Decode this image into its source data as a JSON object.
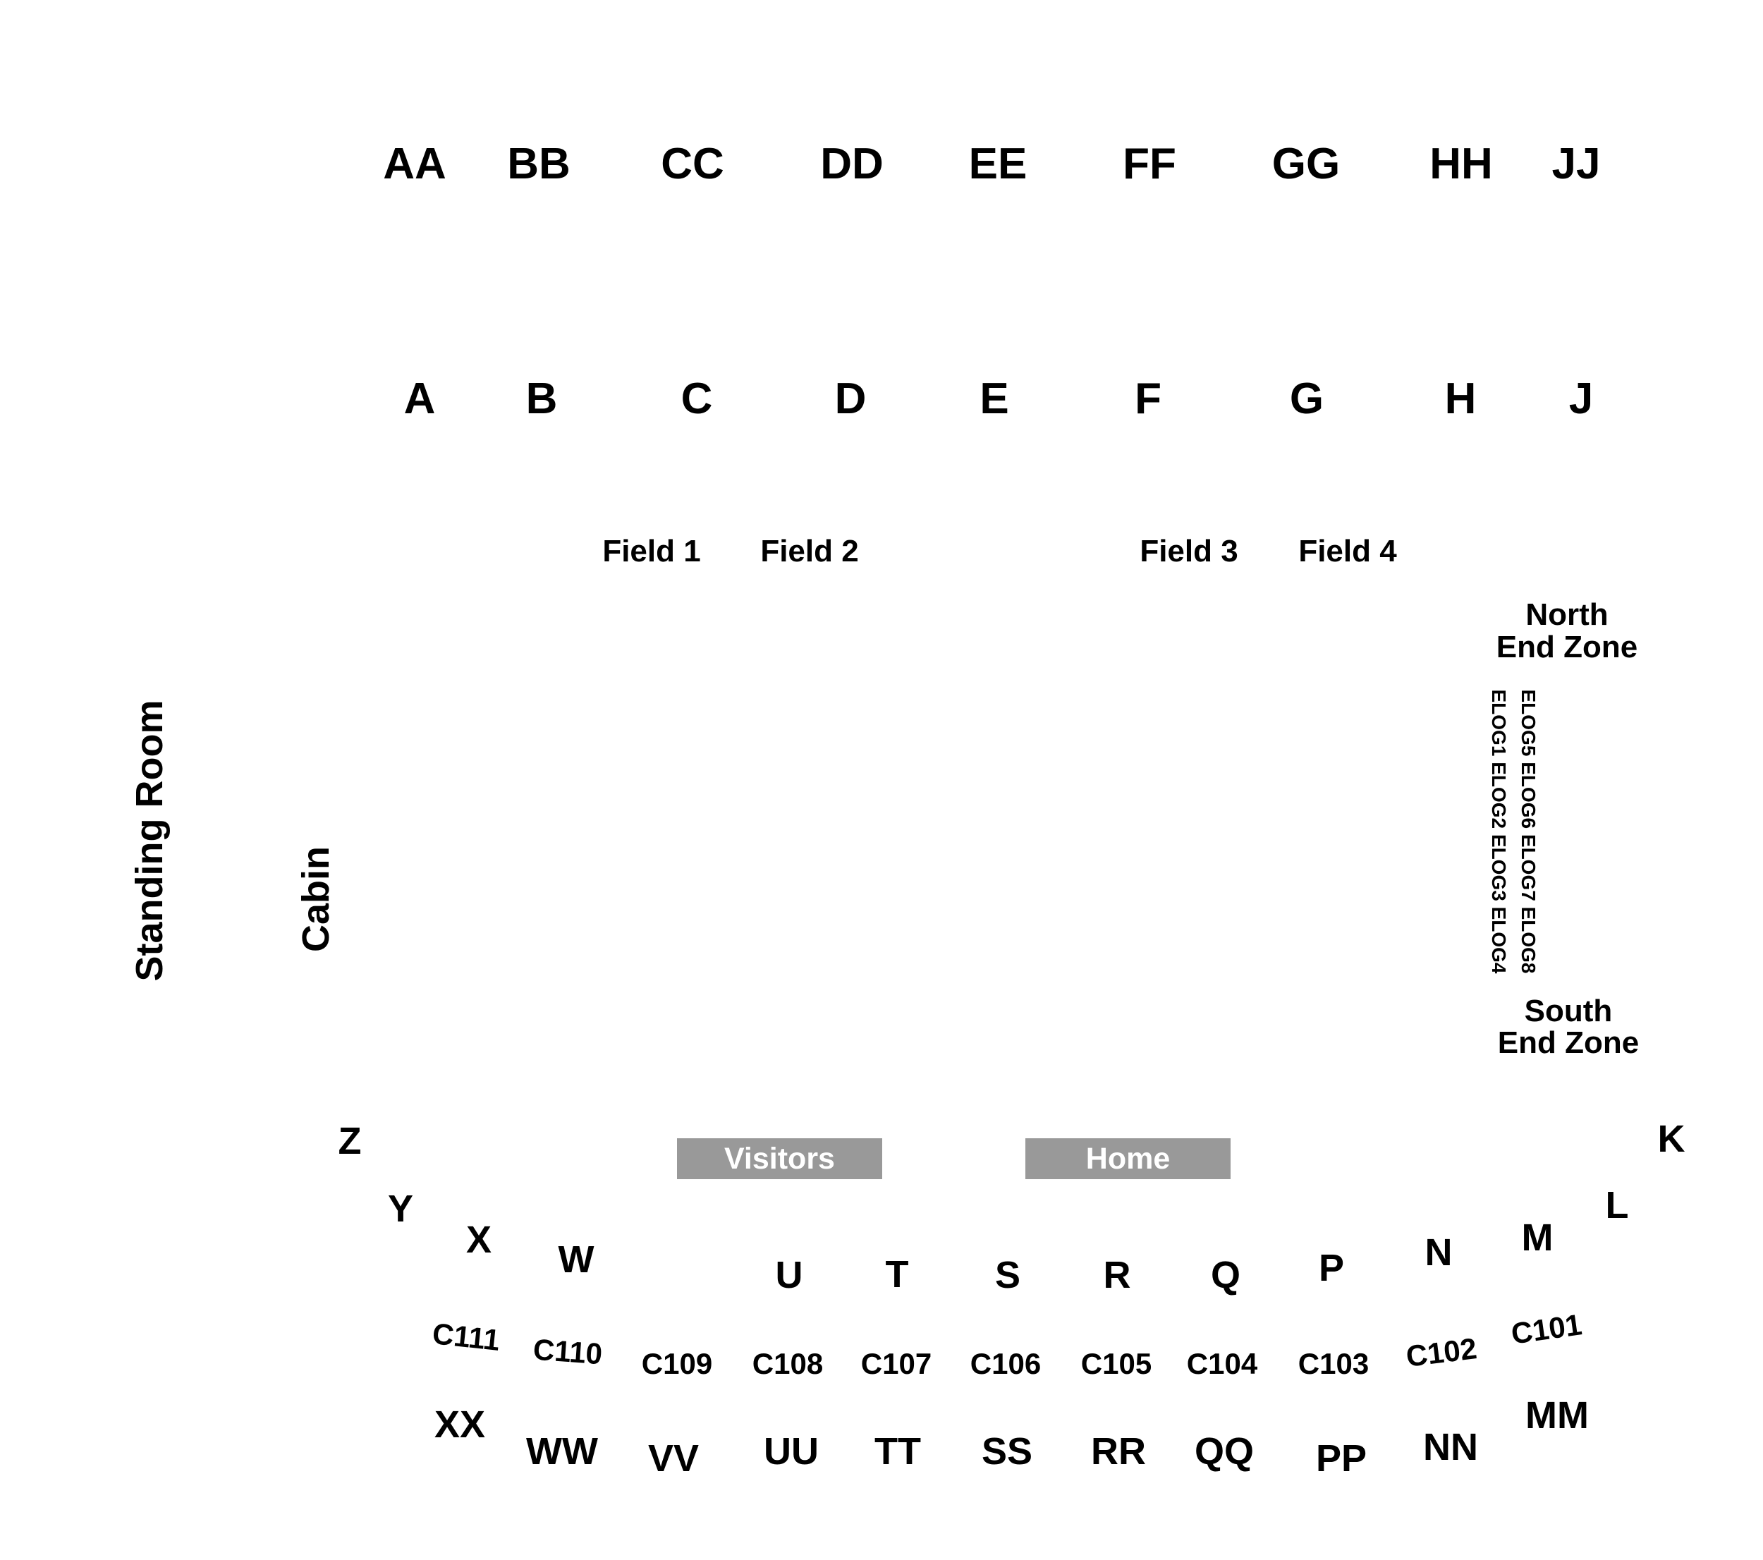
{
  "sections": {
    "upper": [
      "AA",
      "BB",
      "CC",
      "DD",
      "EE",
      "FF",
      "GG",
      "HH",
      "JJ"
    ],
    "lower": [
      "A",
      "B",
      "C",
      "D",
      "E",
      "F",
      "G",
      "H",
      "J"
    ],
    "field": [
      "Field 1",
      "Field 2",
      "Field 3",
      "Field 4"
    ],
    "north": [
      "North",
      "End Zone"
    ],
    "south": [
      "South",
      "End Zone"
    ],
    "elog_top": "ELOG5 ELOG6 ELOG7 ELOG8",
    "elog_bottom": "ELOG1 ELOG2 ELOG3 ELOG4",
    "standing_room": "Standing Room",
    "cabin": "Cabin",
    "visitors": "Visitors",
    "home": "Home",
    "sideline": [
      "Z",
      "Y",
      "X",
      "W",
      "U",
      "T",
      "S",
      "R",
      "Q",
      "P",
      "N",
      "M",
      "L",
      "K"
    ],
    "club": [
      "C111",
      "C110",
      "C109",
      "C108",
      "C107",
      "C106",
      "C105",
      "C104",
      "C103",
      "C102",
      "C101"
    ],
    "sideline_upper": [
      "XX",
      "WW",
      "VV",
      "UU",
      "TT",
      "SS",
      "RR",
      "QQ",
      "PP",
      "NN",
      "MM"
    ]
  },
  "colors": {
    "background": "#ffffff",
    "text": "#000000",
    "bench_fill": "#999999",
    "bench_text": "#ffffff"
  }
}
